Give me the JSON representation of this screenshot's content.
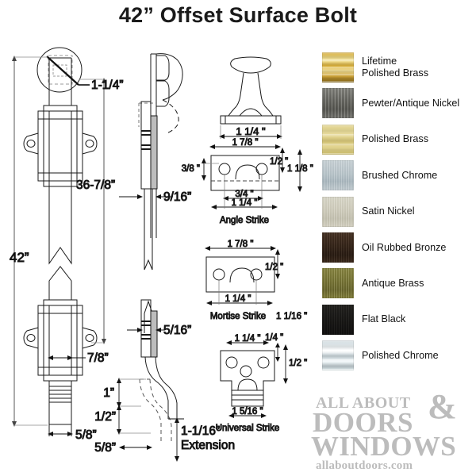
{
  "title": "42” Offset Surface Bolt",
  "product": {
    "name": "42” Offset Surface Bolt",
    "length": "42”"
  },
  "dimensions": {
    "detail_circle_callout": "1-1/4”",
    "throw_to_strike": "36-7/8”",
    "overall_length": "42”",
    "plate_width_front": "7/8”",
    "bolt_width_bottom": "5/8”",
    "side_plate_depth": "9/16”",
    "offset_knob_depth": "5/16”",
    "offset_rise": "1”",
    "offset_half": "1/2”",
    "offset_base": "5/8”",
    "extension": "1-1/16”",
    "extension_label": "Extension",
    "knob_base_width": "1 1/4  \""
  },
  "strikes": [
    {
      "name": "Angle Strike",
      "dims": {
        "width": "1 7/8  \"",
        "hole_inset_top": "3/8  \"",
        "edge": "1/2  \"",
        "height": "1 1/8  \"",
        "inner_spacing": "3/4  \"",
        "hole_spacing": "1 1/4  \""
      }
    },
    {
      "name": "Mortise Strike",
      "dims": {
        "width": "1 7/8  \"",
        "edge": "1/2  \"",
        "hole_spacing": "1 1/4  \"",
        "height": "1  1/16  \""
      }
    },
    {
      "name": "Universal Strike",
      "dims": {
        "hole_spacing": "1 1/4  \"",
        "edge_top": "1/4  \"",
        "edge": "1/2  \"",
        "width": "1  5/16  \""
      }
    }
  ],
  "finishes": [
    {
      "label": "Lifetime\nPolished Brass",
      "swatch_class": "sw-lpb",
      "color": "#d9ae37"
    },
    {
      "label": "Pewter/Antique Nickel",
      "swatch_class": "sw-pan",
      "color": "#6f6f69"
    },
    {
      "label": "Polished Brass",
      "swatch_class": "sw-pb",
      "color": "#d6c678"
    },
    {
      "label": "Brushed Chrome",
      "swatch_class": "sw-bc",
      "color": "#b9c5cb"
    },
    {
      "label": "Satin Nickel",
      "swatch_class": "sw-sn",
      "color": "#cfccbb"
    },
    {
      "label": "Oil Rubbed Bronze",
      "swatch_class": "sw-orb",
      "color": "#3a281b"
    },
    {
      "label": "Antique Brass",
      "swatch_class": "sw-ab",
      "color": "#7d7a37"
    },
    {
      "label": "Flat Black",
      "swatch_class": "sw-fb",
      "color": "#1b1a18"
    },
    {
      "label": "Polished Chrome",
      "swatch_class": "sw-pc",
      "color": "#c9d5da"
    }
  ],
  "logo": {
    "line1": "ALL ABOUT",
    "amp": "&",
    "line2": "DOORS",
    "line3": "WINDOWS",
    "url": "allaboutdoors.com",
    "color": "#bcbcbc"
  }
}
